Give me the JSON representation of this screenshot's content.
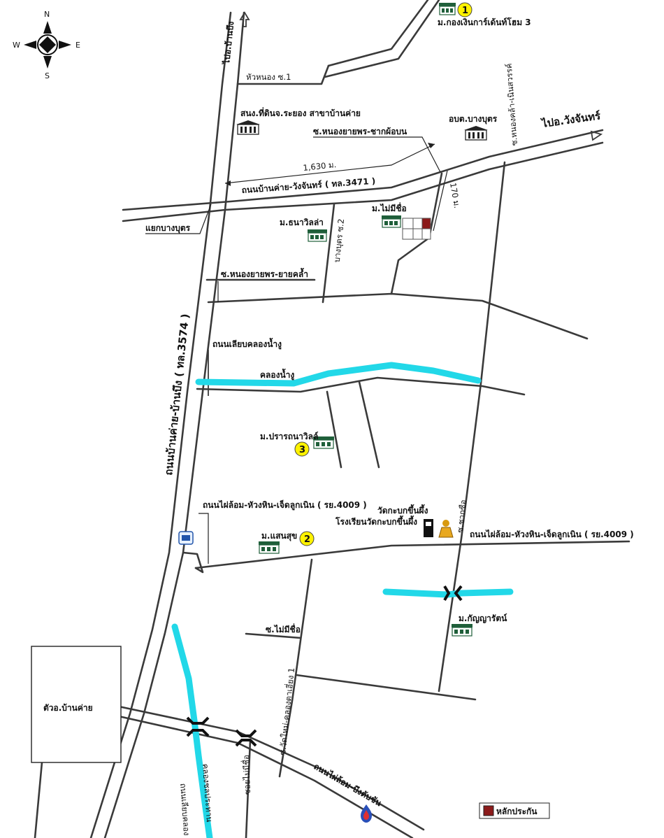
{
  "compass": {
    "north": "N",
    "south": "S",
    "east": "E",
    "west": "W"
  },
  "roads": {
    "to_ban_bueng": "ไปอ.บ้านบึง",
    "hua_nong_1": "หัวหนอง ซ.1",
    "to_wang_chan": "ไปอ.วังจันทร์",
    "nong_yai_phon_chak_pha_bon": "ซ.หนองยายพร-ชากผ้อบน",
    "distance_1630": "1,630 ม.",
    "ban_khai_wang_chan": "ถนนบ้านค่าย-วังจันทร์ ( ทล.3471 )",
    "distance_170": "170 ม.",
    "nong_khla_noen_sawan": "ซ.หนองคล้า-เนินสวรรค์",
    "yaek_bang_but": "แยกบางบุตร",
    "bang_but_2": "บางบุตร ซ.2",
    "nong_yai_phon_yai_khla": "ซ.หนองยายพร-ยายคล้ำ",
    "thanon_liap_khlong": "ถนนเลียบคลองน้ำงู",
    "ban_khai_ban_bueng": "ถนนบ้านค่าย-บ้านบึง ( ทล.3574 )",
    "phai_lom_4009_left": "ถนนไผ่ล้อม-หัวงหิน-เจ็ดลูกเนิน ( รย.4009 )",
    "phai_lom_4009_right": "ถนนไผ่ล้อม-หัวงหิน-เจ็ดลูกเนิน ( รย.4009 )",
    "chak_sue": "ซ.ชากซือ",
    "soi_mai_mi_chue": "ซ.ไม่มีชื่อ",
    "wat_mai_khlong_ta_iang": "ซ.วัดใหม่-คลองตาเอี่ยง 1",
    "soi_mai_mi_chue_bottom": "ซอยไม่มีชื่อ",
    "phai_lom_bueng_tan_chan": "ถนนไผ่ล้อม-บึงตับชัน",
    "liap_khlong_bottom": "ถนนเลียบคลอง",
    "khlong_bottom": "คลองชลประทาน"
  },
  "canals": {
    "khlong_nam_ngu": "คลองน้ำงู"
  },
  "places": {
    "kong_ngoen_home3": "ม.กองเงินการ์เด้นท์โฮม 3",
    "land_office": "สนง.ที่ดินจ.ระยอง สาขาบ้านค่าย",
    "obt_bang_but": "อบต.บางบุตร",
    "mai_mi_chue_village": "ม.ไม่มีชื่อ",
    "thana_villa": "ม.ธนาวิลล่า",
    "prathana_villa": "ม.ปรารถนาวิลล์",
    "wat_krabok": "วัดกะบกขึ้นผึ้ง",
    "school_wat_krabok": "โรงเรียนวัดกะบกขึ้นผึ้ง",
    "saen_suk": "ม.แสนสุข",
    "kanyarat": "ม.กัญญารัตน์",
    "district_office": "ตัวอ.บ้านค่าย"
  },
  "badges": {
    "one": "1",
    "two": "2",
    "three": "3"
  },
  "legend": {
    "marker_label": "หลักประกัน",
    "marker_color": "#8b1a1a"
  },
  "colors": {
    "canal": "#22d8e8",
    "building": "#1f5f3a",
    "badge": "#fff200",
    "road": "#3a3a3a"
  }
}
